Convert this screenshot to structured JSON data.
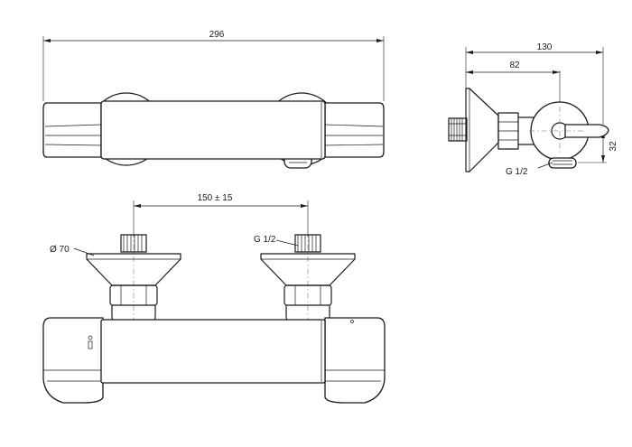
{
  "drawing": {
    "front_view": {
      "width_dimension": "296"
    },
    "side_view": {
      "depth_dimension": "130",
      "axis_dimension": "82",
      "outlet_height_dimension": "32",
      "outlet_thread_label": "G 1/2"
    },
    "top_view": {
      "centers_dimension": "150 ± 15",
      "flange_diameter_label": "Ø 70",
      "inlet_thread_label": "G 1/2"
    }
  }
}
